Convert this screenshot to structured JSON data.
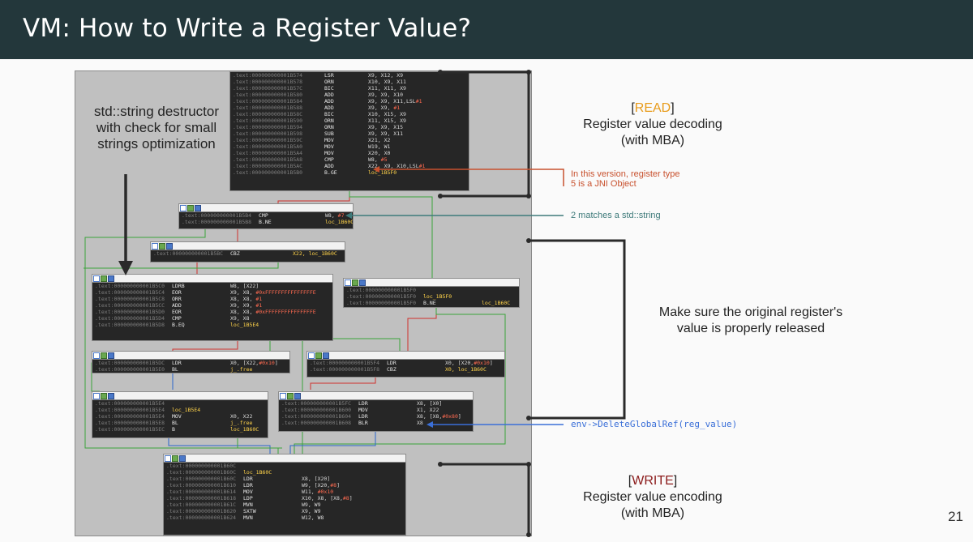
{
  "slide": {
    "title": "VM: How to Write a Register Value?",
    "page_number": "21"
  },
  "annotations": {
    "destructor": [
      "std::string destructor",
      "with check for small",
      "strings optimization"
    ],
    "read_tag": "READ",
    "read_line1": "Register value decoding",
    "read_line2": "(with MBA)",
    "register_type": [
      "In this version, register type",
      "5 is a JNI Object"
    ],
    "matches": "2 matches a std::string",
    "release": [
      "Make sure the original register's",
      "value is properly released"
    ],
    "delete_ref": "env->DeleteGlobalRef(reg_value)",
    "write_tag": "WRITE",
    "write_line1": "Register value encoding",
    "write_line2": "(with MBA)"
  },
  "colors": {
    "title_bg": "#23373b",
    "read_tag": "#e89b1a",
    "write_tag": "#8b1a1a",
    "register_type_note": "#c8512e",
    "matches_note": "#3e7a7a",
    "delete_ref_note": "#3a6fd8",
    "brackets": "#2a2a2a"
  },
  "blocks": {
    "top": [
      {
        "addr": ".text:000000000001B574",
        "mn": "LSR",
        "op": "X9, X12, X9"
      },
      {
        "addr": ".text:000000000001B578",
        "mn": "ORN",
        "op": "X10, X9, X11"
      },
      {
        "addr": ".text:000000000001B57C",
        "mn": "BIC",
        "op": "X11, X11, X9"
      },
      {
        "addr": ".text:000000000001B580",
        "mn": "ADD",
        "op": "X9, X9, X10"
      },
      {
        "addr": ".text:000000000001B584",
        "mn": "ADD",
        "op": "X9, X9, X11,LSL#1"
      },
      {
        "addr": ".text:000000000001B588",
        "mn": "ADD",
        "op": "X9, X9, #1"
      },
      {
        "addr": ".text:000000000001B58C",
        "mn": "BIC",
        "op": "X10, X15, X9"
      },
      {
        "addr": ".text:000000000001B590",
        "mn": "ORN",
        "op": "X11, X15, X9"
      },
      {
        "addr": ".text:000000000001B594",
        "mn": "ORN",
        "op": "X9, X9, X15"
      },
      {
        "addr": ".text:000000000001B598",
        "mn": "SUB",
        "op": "X9, X9, X11"
      },
      {
        "addr": ".text:000000000001B59C",
        "mn": "MOV",
        "op": "X21, X2"
      },
      {
        "addr": ".text:000000000001B5A0",
        "mn": "MOV",
        "op": "W19, W1"
      },
      {
        "addr": ".text:000000000001B5A4",
        "mn": "MOV",
        "op": "X20, X0"
      },
      {
        "addr": ".text:000000000001B5A8",
        "mn": "CMP",
        "op": "W8, #5"
      },
      {
        "addr": ".text:000000000001B5AC",
        "mn": "ADD",
        "op": "X22, X9, X10,LSL#1"
      },
      {
        "addr": ".text:000000000001B5B0",
        "mn": "B.GE",
        "op": "loc_1B5F0"
      }
    ],
    "cmp": [
      {
        "addr": ".text:000000000001B5B4",
        "mn": "CMP",
        "op": "W8, #7"
      },
      {
        "addr": ".text:000000000001B5B8",
        "mn": "B.NE",
        "op": "loc_1B60C"
      }
    ],
    "cbz": [
      {
        "addr": ".text:000000000001B5BC",
        "mn": "CBZ",
        "op": "X22, loc_1B60C"
      }
    ],
    "ldrb": [
      {
        "addr": ".text:000000000001B5C0",
        "mn": "LDRB",
        "op": "W8, [X22]"
      },
      {
        "addr": ".text:000000000001B5C4",
        "mn": "EOR",
        "op": "X9, X8, #0xFFFFFFFFFFFFFFFE"
      },
      {
        "addr": ".text:000000000001B5C8",
        "mn": "ORR",
        "op": "X8, X8, #1"
      },
      {
        "addr": ".text:000000000001B5CC",
        "mn": "ADD",
        "op": "X9, X9, #1"
      },
      {
        "addr": ".text:000000000001B5D0",
        "mn": "EOR",
        "op": "X8, X8, #0xFFFFFFFFFFFFFFFE"
      },
      {
        "addr": ".text:000000000001B5D4",
        "mn": "CMP",
        "op": "X9, X8"
      },
      {
        "addr": ".text:000000000001B5D8",
        "mn": "B.EQ",
        "op": "loc_1B5E4"
      }
    ],
    "b5f0": [
      {
        "addr": ".text:000000000001B5F0",
        "mn": "",
        "op": ""
      },
      {
        "addr": ".text:000000000001B5F0",
        "mn": "loc_1B5F0",
        "op": ""
      },
      {
        "addr": ".text:000000000001B5F0",
        "mn": "B.NE",
        "op": "loc_1B60C"
      }
    ],
    "free": [
      {
        "addr": ".text:000000000001B5DC",
        "mn": "LDR",
        "op": "X0, [X22,#0x10]"
      },
      {
        "addr": ".text:000000000001B5E0",
        "mn": "BL",
        "op": "j_.free"
      }
    ],
    "ldr_cbz": [
      {
        "addr": ".text:000000000001B5F4",
        "mn": "LDR",
        "op": "X0, [X20,#0x10]"
      },
      {
        "addr": ".text:000000000001B5F8",
        "mn": "CBZ",
        "op": "X0, loc_1B60C"
      }
    ],
    "b5e4": [
      {
        "addr": ".text:000000000001B5E4",
        "mn": "",
        "op": ""
      },
      {
        "addr": ".text:000000000001B5E4",
        "mn": "loc_1B5E4",
        "op": ""
      },
      {
        "addr": ".text:000000000001B5E4",
        "mn": "MOV",
        "op": "X0, X22"
      },
      {
        "addr": ".text:000000000001B5E8",
        "mn": "BL",
        "op": "j_.free"
      },
      {
        "addr": ".text:000000000001B5EC",
        "mn": "B",
        "op": "loc_1B60C"
      }
    ],
    "blr": [
      {
        "addr": ".text:000000000001B5FC",
        "mn": "LDR",
        "op": "X8, [X0]"
      },
      {
        "addr": ".text:000000000001B600",
        "mn": "MOV",
        "op": "X1, X22"
      },
      {
        "addr": ".text:000000000001B604",
        "mn": "LDR",
        "op": "X8, [X8,#0x80]"
      },
      {
        "addr": ".text:000000000001B608",
        "mn": "BLR",
        "op": "X8"
      }
    ],
    "b60c": [
      {
        "addr": ".text:000000000001B60C",
        "mn": "",
        "op": ""
      },
      {
        "addr": ".text:000000000001B60C",
        "mn": "loc_1B60C",
        "op": ""
      },
      {
        "addr": ".text:000000000001B60C",
        "mn": "LDR",
        "op": "X8, [X20]"
      },
      {
        "addr": ".text:000000000001B610",
        "mn": "LDR",
        "op": "W9, [X20,#8]"
      },
      {
        "addr": ".text:000000000001B614",
        "mn": "MOV",
        "op": "W11, #0x10"
      },
      {
        "addr": ".text:000000000001B618",
        "mn": "LDP",
        "op": "X10, X8, [X8,#8]"
      },
      {
        "addr": ".text:000000000001B61C",
        "mn": "MVN",
        "op": "W9, W9"
      },
      {
        "addr": ".text:000000000001B620",
        "mn": "SXTW",
        "op": "X9, W9"
      },
      {
        "addr": ".text:000000000001B624",
        "mn": "MVN",
        "op": "W12, W8"
      }
    ]
  }
}
